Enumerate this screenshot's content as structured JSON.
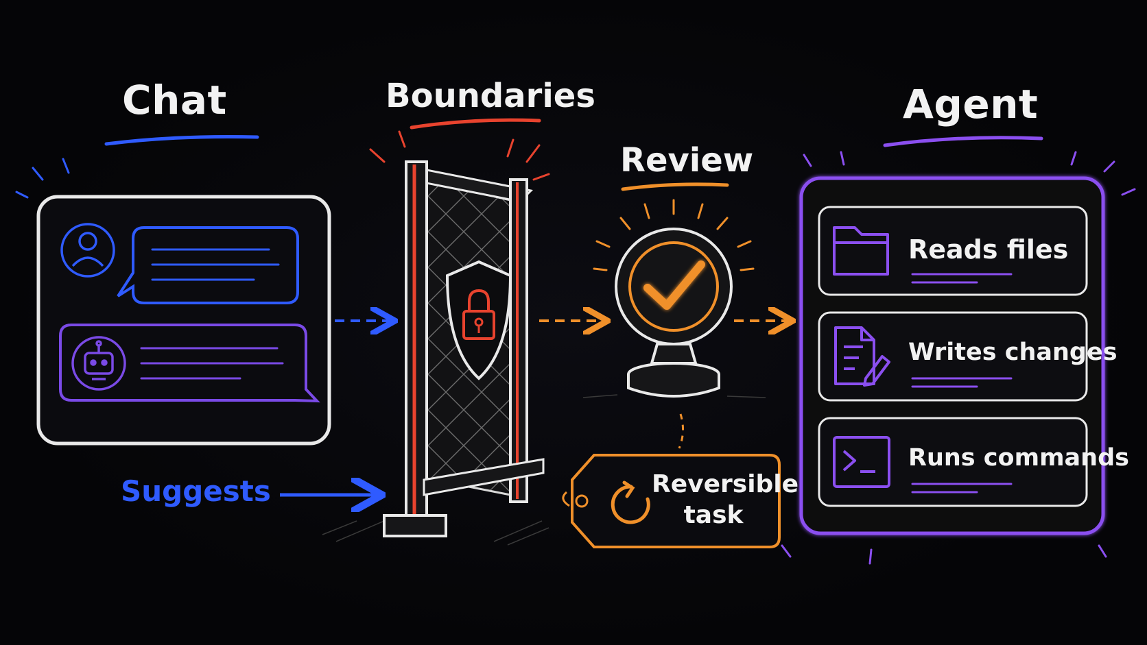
{
  "stages": {
    "chat": {
      "title": "Chat",
      "caption": "Suggests"
    },
    "boundaries": {
      "title": "Boundaries"
    },
    "review": {
      "title": "Review",
      "tag_line1": "Reversible",
      "tag_line2": "task"
    },
    "agent": {
      "title": "Agent",
      "items": [
        {
          "label": "Reads files",
          "icon": "folder-icon"
        },
        {
          "label": "Writes changes",
          "icon": "document-pencil-icon"
        },
        {
          "label": "Runs commands",
          "icon": "terminal-icon"
        }
      ]
    }
  },
  "colors": {
    "chat": "#2f5bff",
    "boundaries": "#e8432e",
    "review": "#f0902a",
    "agent": "#8b4ff0",
    "bot": "#7a4ae6",
    "text": "#f2f2f2",
    "frame": "#e9e9e9"
  }
}
